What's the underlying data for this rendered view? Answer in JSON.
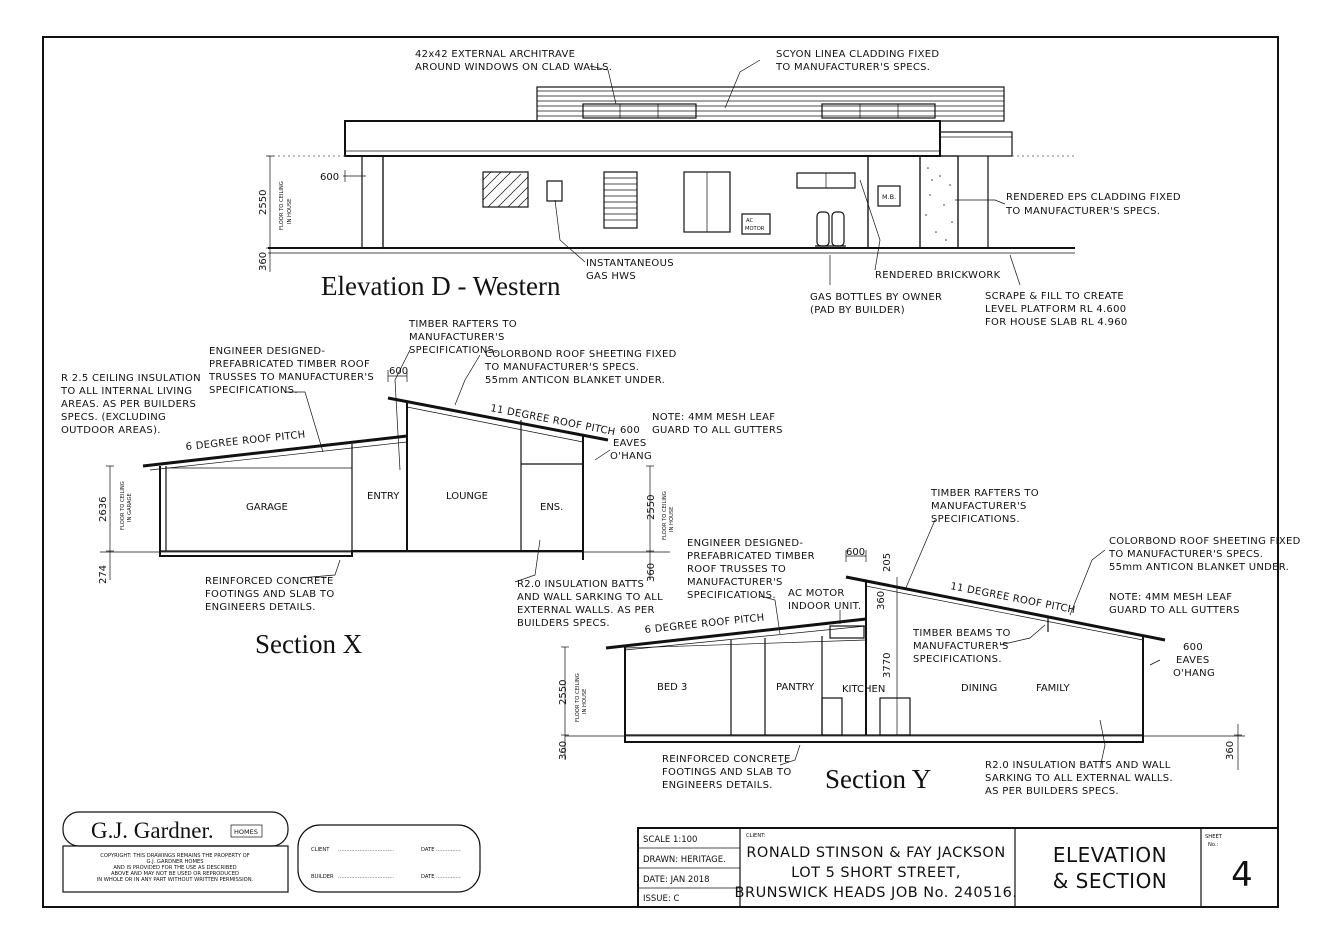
{
  "elevation": {
    "title": "Elevation D - Western",
    "notes": {
      "architrave": [
        "42x42 EXTERNAL ARCHITRAVE",
        "AROUND WINDOWS ON CLAD WALLS."
      ],
      "cladding": [
        "SCYON LINEA CLADDING FIXED",
        "TO MANUFACTURER'S SPECS."
      ],
      "eps": [
        "RENDERED EPS CLADDING FIXED",
        "TO MANUFACTURER'S SPECS."
      ],
      "hws": [
        "INSTANTANEOUS",
        "GAS HWS"
      ],
      "brick": "RENDERED BRICKWORK",
      "gas": [
        "GAS BOTTLES BY OWNER",
        "(PAD BY BUILDER)"
      ],
      "scrape": [
        "SCRAPE & FILL TO CREATE",
        "LEVEL PLATFORM RL 4.600",
        "FOR HOUSE SLAB RL 4.960"
      ]
    },
    "labels": {
      "ac": [
        "AC",
        "MOTOR"
      ],
      "mb": "M.B."
    },
    "dims": {
      "eave": "600",
      "height": "2550",
      "height_note": [
        "FLOOR TO CEILING",
        "IN HOUSE"
      ],
      "slab": "360"
    }
  },
  "section_x": {
    "title": "Section X",
    "notes": {
      "rafters": [
        "TIMBER RAFTERS TO",
        "MANUFACTURER'S",
        "SPECIFICATIONS."
      ],
      "trusses": [
        "ENGINEER DESIGNED-",
        "PREFABRICATED TIMBER ROOF",
        "TRUSSES TO MANUFACTURER'S",
        "SPECIFICATIONS."
      ],
      "colorbond": [
        "COLORBOND ROOF SHEETING FIXED",
        "TO MANUFACTURER'S SPECS.",
        "55mm ANTICON BLANKET UNDER."
      ],
      "ceiling": [
        "R 2.5 CEILING INSULATION",
        "TO ALL INTERNAL LIVING",
        "AREAS. AS PER BUILDERS",
        "SPECS. (EXCLUDING",
        "OUTDOOR AREAS)."
      ],
      "mesh": [
        "NOTE: 4MM MESH LEAF",
        "GUARD TO ALL GUTTERS"
      ],
      "footings": [
        "REINFORCED CONCRETE",
        "FOOTINGS AND SLAB TO",
        "ENGINEERS DETAILS."
      ],
      "batts": [
        "R2.0 INSULATION BATTS",
        "AND WALL SARKING TO ALL",
        "EXTERNAL WALLS. AS PER",
        "BUILDERS SPECS."
      ]
    },
    "pitch_low": "6 DEGREE ROOF PITCH",
    "pitch_high": "11 DEGREE ROOF PITCH",
    "eaves": [
      "600",
      "EAVES",
      "O'HANG"
    ],
    "rooms": {
      "garage": "GARAGE",
      "entry": "ENTRY",
      "lounge": "LOUNGE",
      "ens": "ENS."
    },
    "dims": {
      "top": "600",
      "garage_h": "2636",
      "garage_note": [
        "FLOOR TO CEILING",
        "IN GARAGE"
      ],
      "slab": "274",
      "house_h": "2550",
      "house_note": [
        "FLOOR TO CEILING",
        "IN HOUSE"
      ],
      "slab_r": "360"
    }
  },
  "section_y": {
    "title": "Section Y",
    "notes": {
      "rafters": [
        "TIMBER RAFTERS TO",
        "MANUFACTURER'S",
        "SPECIFICATIONS."
      ],
      "trusses": [
        "ENGINEER DESIGNED-",
        "PREFABRICATED TIMBER",
        "ROOF TRUSSES TO",
        "MANUFACTURER'S",
        "SPECIFICATIONS."
      ],
      "ac": [
        "AC MOTOR",
        "INDOOR UNIT."
      ],
      "colorbond": [
        "COLORBOND ROOF SHEETING FIXED",
        "TO MANUFACTURER'S SPECS.",
        "55mm ANTICON BLANKET UNDER."
      ],
      "mesh": [
        "NOTE: 4MM MESH LEAF",
        "GUARD TO ALL GUTTERS"
      ],
      "beams": [
        "TIMBER BEAMS TO",
        "MANUFACTURER'S",
        "SPECIFICATIONS."
      ],
      "footings": [
        "REINFORCED CONCRETE",
        "FOOTINGS AND SLAB TO",
        "ENGINEERS DETAILS."
      ],
      "batts": [
        "R2.0 INSULATION BATTS AND WALL",
        "SARKING TO ALL EXTERNAL WALLS.",
        "AS PER BUILDERS SPECS."
      ]
    },
    "pitch_low": "6 DEGREE ROOF PITCH",
    "pitch_high": "11 DEGREE ROOF PITCH",
    "eaves": [
      "600",
      "EAVES",
      "O'HANG"
    ],
    "rooms": {
      "bed": "BED 3",
      "pantry": "PANTRY",
      "kitchen": "KITCHEN",
      "dining": "DINING",
      "family": "FAMILY"
    },
    "dims": {
      "top": "600",
      "step": "205",
      "small": "360",
      "mid": "3770",
      "house_h": "2550",
      "house_note": [
        "FLOOR TO CEILING",
        "IN HOUSE"
      ],
      "slab": "360",
      "slab_r": "360"
    }
  },
  "logo": {
    "name": "G.J. Gardner.",
    "sub": "HOMES",
    "copyright": [
      "COPYRIGHT: THIS DRAWINGS REMAINS THE PROPERTY OF",
      "G.J. GARDNER HOMES",
      "AND IS PROVIDED FOR THE USE AS DESCRIBED",
      "ABOVE AND MAY NOT BE USED OR REPRODUCED",
      "IN WHOLE OR IN ANY PART WITHOUT WRITTEN PERMISSION."
    ]
  },
  "signoff": {
    "client": "CLIENT",
    "builder": "BUILDER",
    "date": "DATE",
    "dots_long": "..................................",
    "dots_short": "..............."
  },
  "title_block": {
    "scale": "SCALE 1:100",
    "drawn": "DRAWN:  HERITAGE.",
    "date": "DATE:   JAN 2018",
    "issue": "ISSUE:   C",
    "client_label": "CLIENT:",
    "client_lines": [
      "RONALD STINSON & FAY JACKSON",
      "LOT 5 SHORT STREET,",
      "BRUNSWICK HEADS JOB No. 240516."
    ],
    "heading": [
      "ELEVATION",
      "& SECTION"
    ],
    "sheet_label": [
      "SHEET",
      "No.:"
    ],
    "sheet_no": "4"
  }
}
